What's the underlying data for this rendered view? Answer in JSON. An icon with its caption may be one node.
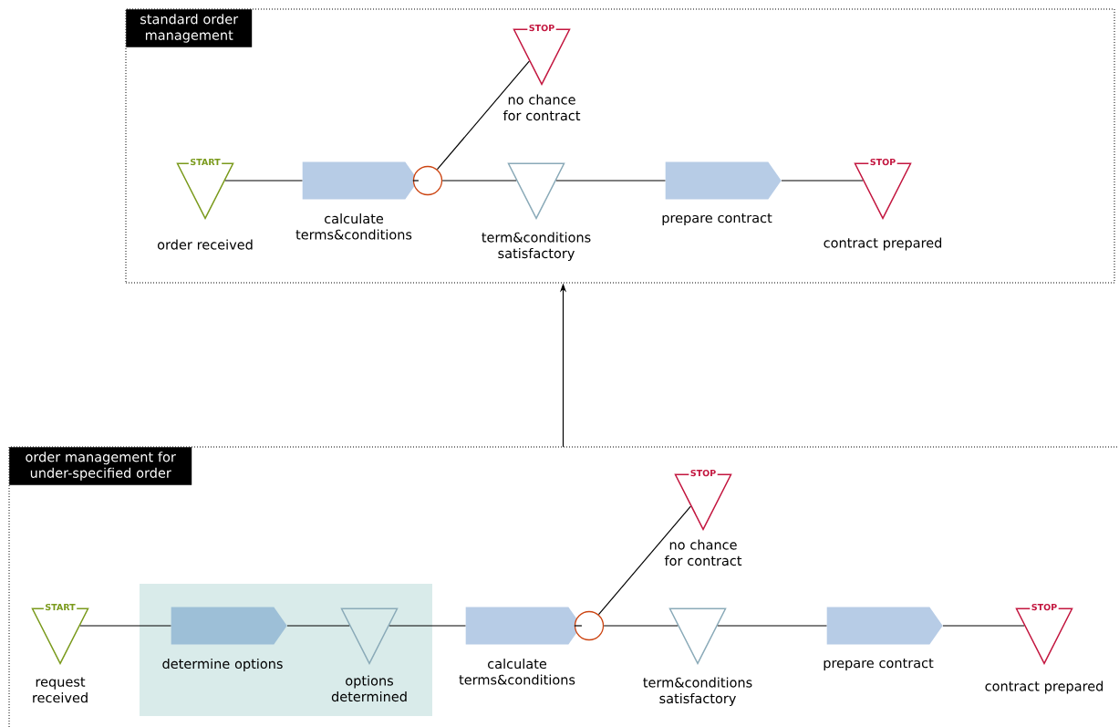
{
  "diagram": {
    "nodes": [
      {
        "text": [
          "standard order management"
        ]
      },
      {
        "text": [
          "START",
          "order received"
        ],
        "in": 0
      },
      {
        "text": [
          "calculate terms&conditions"
        ],
        "in": 0
      },
      {
        "text": [],
        "shape": "circle",
        "in": 0
      },
      {
        "text": [
          "STOP",
          "no chance for contract"
        ],
        "in": 0
      },
      {
        "text": [
          "term&conditions satisfactory"
        ],
        "in": 0
      },
      {
        "text": [
          "prepare contract"
        ],
        "in": 0
      },
      {
        "text": [
          "STOP",
          "contract prepared"
        ],
        "in": 0
      },
      {
        "text": [
          "order management for under-specified order"
        ]
      },
      {
        "text": [
          "START",
          "request received"
        ],
        "in": 8
      },
      {
        "text": [],
        "shape": "box",
        "in": 8
      },
      {
        "text": [
          "determine options"
        ],
        "in": 10
      },
      {
        "text": [
          "options determined"
        ],
        "in": 10
      },
      {
        "text": [
          "calculate terms&conditions"
        ],
        "in": 8
      },
      {
        "text": [],
        "shape": "circle",
        "in": 8
      },
      {
        "text": [
          "STOP",
          "no chance for contract"
        ],
        "in": 8
      },
      {
        "text": [
          "term&conditions satisfactory"
        ],
        "in": 8
      },
      {
        "text": [
          "prepare contract"
        ],
        "in": 8
      },
      {
        "text": [
          "STOP",
          "contract prepared"
        ],
        "in": 8
      }
    ],
    "edges": [
      {
        "from": 1,
        "to": 2,
        "arrow": "none"
      },
      {
        "from": 2,
        "to": 3,
        "arrow": "none"
      },
      {
        "from": 3,
        "to": 4,
        "arrow": "none"
      },
      {
        "from": 3,
        "to": 5,
        "arrow": "none"
      },
      {
        "from": 5,
        "to": 6,
        "arrow": "none"
      },
      {
        "from": 6,
        "to": 7,
        "arrow": "none"
      },
      {
        "from": 9,
        "to": 11,
        "arrow": "none"
      },
      {
        "from": 11,
        "to": 12,
        "arrow": "none"
      },
      {
        "from": 12,
        "to": 13,
        "arrow": "none"
      },
      {
        "from": 13,
        "to": 14,
        "arrow": "none"
      },
      {
        "from": 14,
        "to": 15,
        "arrow": "none"
      },
      {
        "from": 14,
        "to": 16,
        "arrow": "none"
      },
      {
        "from": 16,
        "to": 17,
        "arrow": "none"
      },
      {
        "from": 17,
        "to": 18,
        "arrow": "none"
      },
      {
        "from": 8,
        "to": 0,
        "arrow": "to"
      }
    ]
  }
}
